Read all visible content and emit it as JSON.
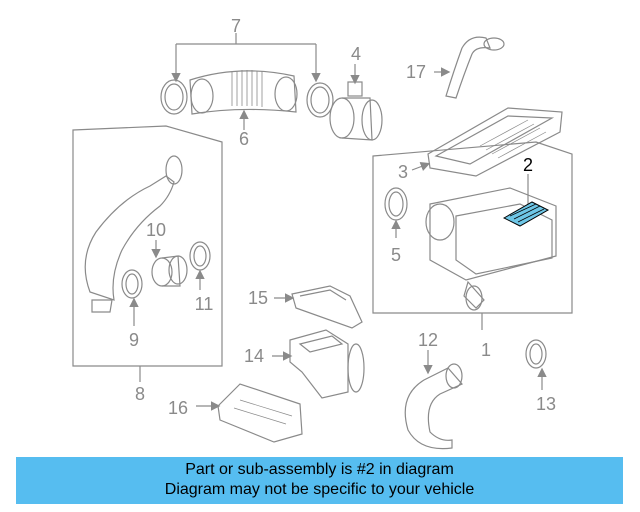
{
  "callouts": {
    "n1": "1",
    "n2": "2",
    "n3": "3",
    "n4": "4",
    "n5": "5",
    "n6": "6",
    "n7": "7",
    "n8": "8",
    "n9": "9",
    "n10": "10",
    "n11": "11",
    "n12": "12",
    "n13": "13",
    "n14": "14",
    "n15": "15",
    "n16": "16",
    "n17": "17"
  },
  "highlight": {
    "part": "2",
    "color": "#6ec6e6"
  },
  "banner": {
    "line1": "Part or sub-assembly is #2 in diagram",
    "line2": "Diagram may not be specific to your vehicle",
    "color": "#56bdf0"
  }
}
